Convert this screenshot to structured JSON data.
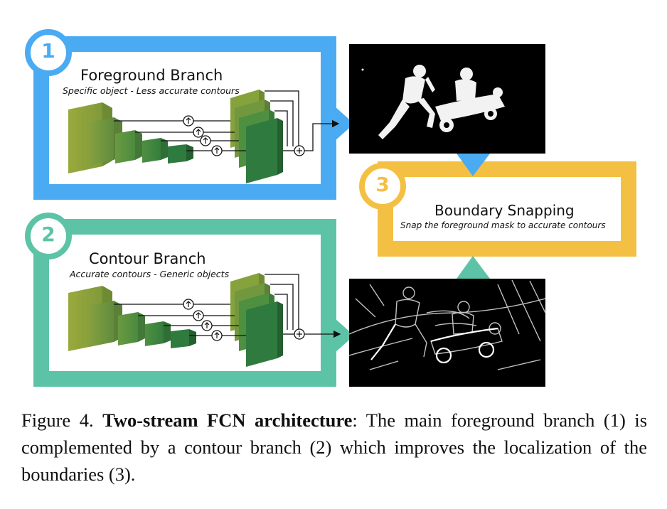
{
  "branches": {
    "foreground": {
      "number": "1",
      "title": "Foreground Branch",
      "subtitle": "Specific object - Less accurate contours"
    },
    "contour": {
      "number": "2",
      "title": "Contour Branch",
      "subtitle": "Accurate contours - Generic objects"
    },
    "snapping": {
      "number": "3",
      "title": "Boundary Snapping",
      "subtitle": "Snap the foreground mask to accurate contours"
    }
  },
  "colors": {
    "foreground_frame": "#4aabf2",
    "contour_frame": "#5dc3a6",
    "snapping_frame": "#f4c044",
    "layer_light": "#9aa93d",
    "layer_dark": "#2f7a3f"
  },
  "caption": {
    "prefix": "Figure 4. ",
    "bold": "Two-stream FCN architecture",
    "text": ": The main foreground branch (1) is complemented by a contour branch (2) which improves the localization of the boundaries (3)."
  }
}
